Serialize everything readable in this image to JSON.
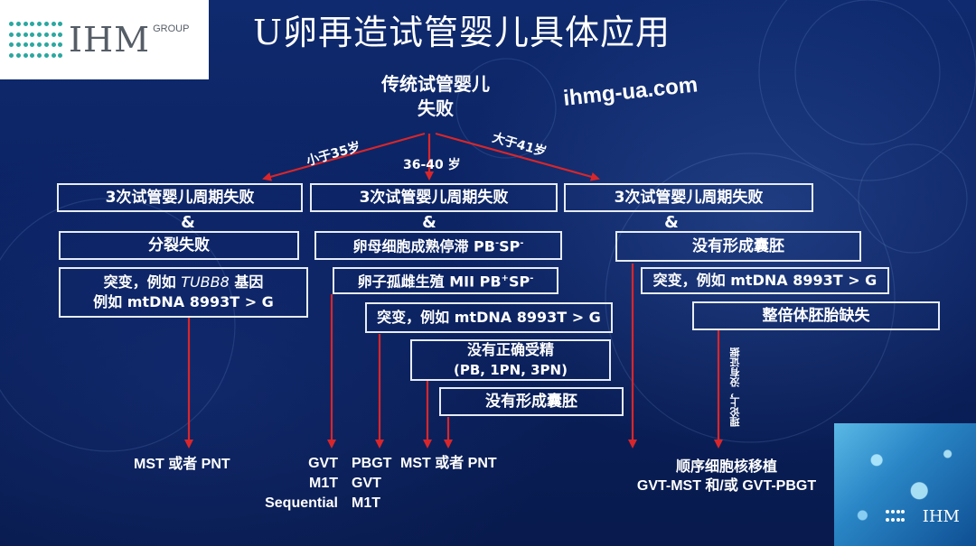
{
  "logo_top": {
    "text": "IHM",
    "sub": "GROUP"
  },
  "logo_bottom": {
    "text": "IHM"
  },
  "title": "U卵再造试管婴儿具体应用",
  "root": {
    "line1": "传统试管婴儿",
    "line2": "失败"
  },
  "watermark": "ihmg-ua.com",
  "branch_labels": {
    "left": "小于35岁",
    "middle": "36-40 岁",
    "right": "大于41岁"
  },
  "columns": {
    "left": {
      "header": "3次试管婴儿周期失败",
      "amp": "&",
      "cond": "分裂失败",
      "mutation_l1_pre": "突变，例如 ",
      "mutation_l1_gene": "TUBB8",
      "mutation_l1_post": " 基因",
      "mutation_l2": "例如 mtDNA 8993T > G",
      "outcome": "MST 或者 PNT"
    },
    "middle": {
      "header": "3次试管婴儿周期失败",
      "amp": "&",
      "cond_pre": "卵母细胞成熟停滞 PB",
      "cond_sup1": "-",
      "cond_mid": "SP",
      "cond_sup2": "-",
      "sub1_pre": "卵子孤雌生殖 MII PB",
      "sub1_sup1": "+",
      "sub1_mid": "SP",
      "sub1_sup2": "-",
      "sub2": "突变，例如 mtDNA 8993T > G",
      "sub3_l1": "没有正确受精",
      "sub3_l2": "(PB, 1PN, 3PN)",
      "sub4": "没有形成囊胚",
      "outcome_a": [
        "GVT",
        "M1T",
        "Sequential"
      ],
      "outcome_b": [
        "PBGT",
        "GVT",
        "M1T"
      ],
      "outcome_c": "MST 或者 PNT"
    },
    "right": {
      "header": "3次试管婴儿周期失败",
      "amp": "&",
      "cond": "没有形成囊胚",
      "mutation": "突变，例如 mtDNA 8993T > G",
      "aneuploidy": "整倍体胚胎缺失",
      "theory": "理论上，没有证据",
      "outcome_l1": "顺序细胞核移植",
      "outcome_l2": "GVT-MST 和/或 GVT-PBGT"
    }
  },
  "colors": {
    "background": "#0b2261",
    "arrow": "#d8262b",
    "box_border": "#e7ecf5",
    "text": "#ffffff"
  }
}
